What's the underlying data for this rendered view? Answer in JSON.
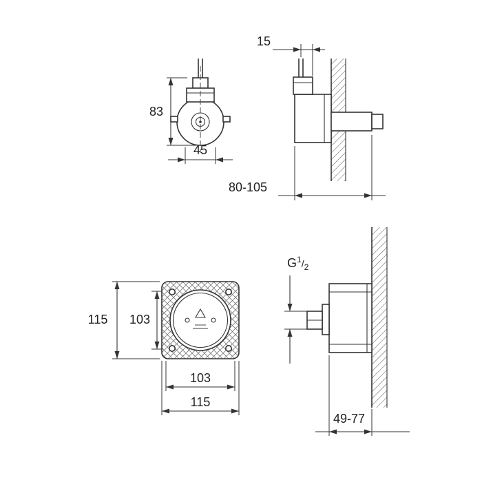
{
  "drawing": {
    "colors": {
      "background": "#ffffff",
      "line": "#333333",
      "text": "#222222"
    },
    "dims": {
      "front_height": "83",
      "front_width": "45",
      "side_offset": "15",
      "side_depth_range": "80-105",
      "plate_outer_height": "115",
      "plate_inner_height": "103",
      "plate_inner_width": "103",
      "plate_outer_width": "115",
      "thread_prefix": "G",
      "thread_numerator": "1",
      "thread_slash": "/",
      "thread_denominator": "2",
      "outlet_depth_range": "49-77"
    }
  }
}
